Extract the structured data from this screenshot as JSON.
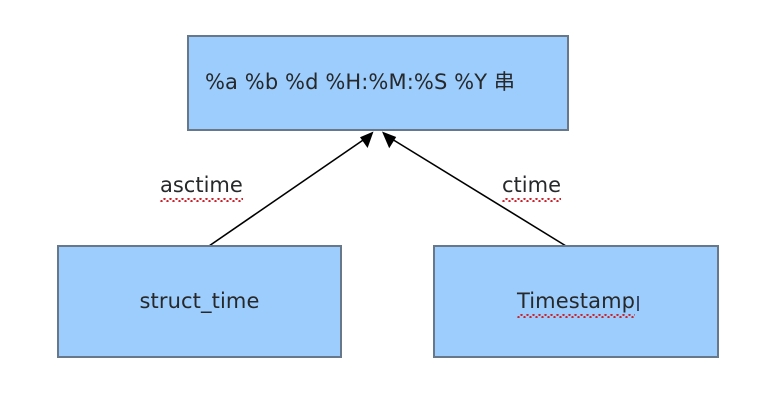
{
  "diagram": {
    "title_text": "",
    "background_color": "#ffffff",
    "node_fill_color": "#9DCDFC",
    "node_border_color": "#66788A",
    "edge_color": "#000000",
    "spellcheck_color": "#C9252D",
    "nodes": [
      {
        "id": "format-string",
        "label": "%a %b %d %H:%M:%S %Y 串",
        "spellchecked": false
      },
      {
        "id": "struct-time",
        "label": "struct_time",
        "spellchecked": false
      },
      {
        "id": "timestamp",
        "label": "Timestamp",
        "spellchecked": true
      }
    ],
    "edges": [
      {
        "id": "asctime",
        "label": "asctime",
        "from": "struct-time",
        "to": "format-string",
        "spellchecked": true,
        "arrowhead": "filled-triangle"
      },
      {
        "id": "ctime",
        "label": "ctime",
        "from": "timestamp",
        "to": "format-string",
        "spellchecked": true,
        "arrowhead": "filled-triangle"
      }
    ]
  }
}
